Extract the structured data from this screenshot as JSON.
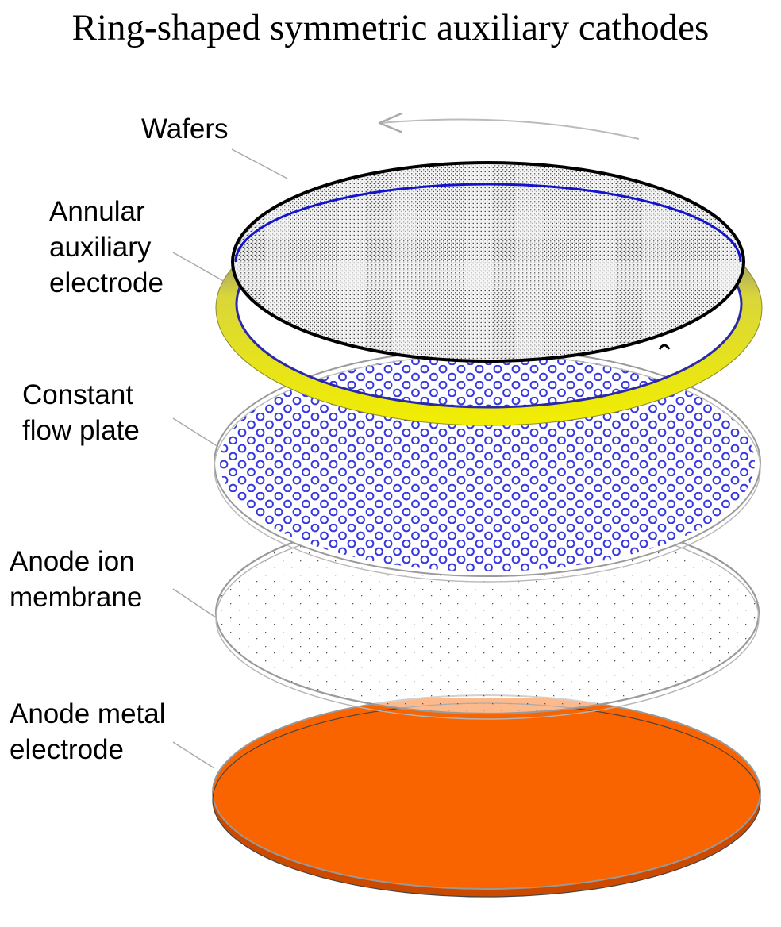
{
  "title": "Ring-shaped symmetric auxiliary cathodes",
  "labels": {
    "wafers": "Wafers",
    "aux_1": "Annular",
    "aux_2": "auxiliary",
    "aux_3": "electrode",
    "flow_1": "Constant",
    "flow_2": "flow plate",
    "membrane_1": "Anode ion",
    "membrane_2": "membrane",
    "metal_1": "Anode metal",
    "metal_2": "electrode"
  },
  "colors": {
    "auxiliary_ring": "#f2ee00",
    "ring_inner_edge": "#2222aa",
    "flow_plate_holes": "#3838e0",
    "anode_metal": "#f96400",
    "leader_lines": "#aaaaaa",
    "rotation_arrow": "#bbbbbb"
  }
}
